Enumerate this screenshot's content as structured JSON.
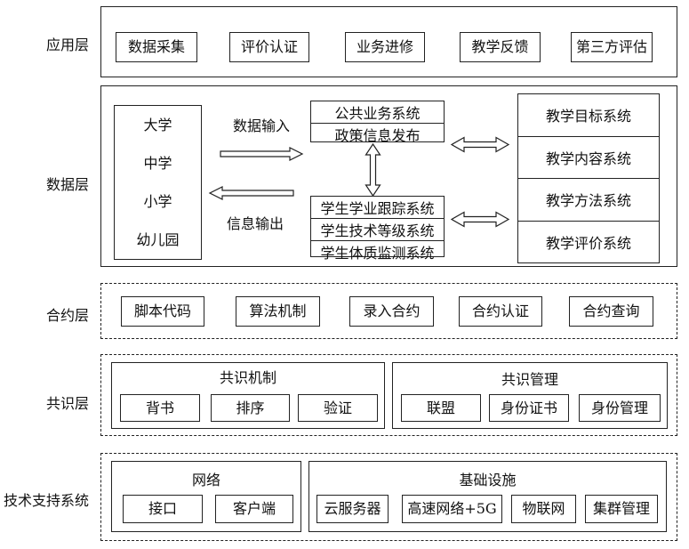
{
  "layers": {
    "application": {
      "label": "应用层",
      "items": [
        "数据采集",
        "评价认证",
        "业务进修",
        "教学反馈",
        "第三方评估"
      ]
    },
    "data": {
      "label": "数据层",
      "schools": [
        "大学",
        "中学",
        "小学",
        "幼儿园"
      ],
      "input_label": "数据输入",
      "output_label": "信息输出",
      "public_systems": [
        "公共业务系统",
        "政策信息发布"
      ],
      "student_systems": [
        "学生学业跟踪系统",
        "学生技术等级系统",
        "学生体质监测系统"
      ],
      "teaching_systems": [
        "教学目标系统",
        "教学内容系统",
        "教学方法系统",
        "教学评价系统"
      ]
    },
    "contract": {
      "label": "合约层",
      "items": [
        "脚本代码",
        "算法机制",
        "录入合约",
        "合约认证",
        "合约查询"
      ]
    },
    "consensus": {
      "label": "共识层",
      "mechanism": {
        "title": "共识机制",
        "items": [
          "背书",
          "排序",
          "验证"
        ]
      },
      "management": {
        "title": "共识管理",
        "items": [
          "联盟",
          "身份证书",
          "身份管理"
        ]
      }
    },
    "tech_support": {
      "label": "技术支持系统",
      "network": {
        "title": "网络",
        "items": [
          "接口",
          "客户端"
        ]
      },
      "infrastructure": {
        "title": "基础设施",
        "items": [
          "云服务器",
          "高速网络+5G",
          "物联网",
          "集群管理"
        ]
      }
    }
  }
}
